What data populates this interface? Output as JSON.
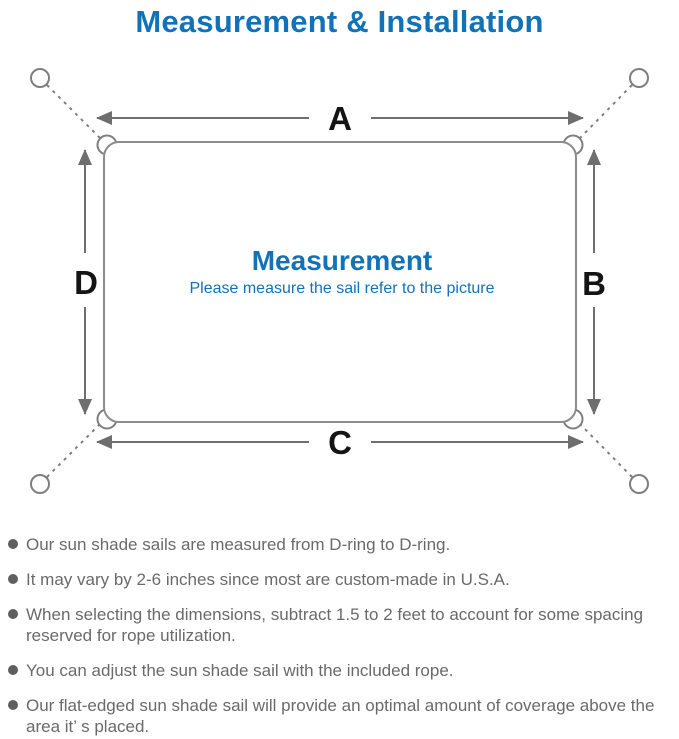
{
  "title": "Measurement & Installation",
  "colors": {
    "accent_blue": "#1272b8",
    "line_gray": "#7e7e7e",
    "arrow_gray": "#6e6e6e",
    "label_black": "#141414",
    "note_gray": "#6a6a6a"
  },
  "diagram": {
    "side_labels": {
      "top": "A",
      "right": "B",
      "bottom": "C",
      "left": "D"
    },
    "center_title": "Measurement",
    "center_caption": "Please measure the sail refer to the picture"
  },
  "notes": [
    "Our sun shade sails are measured from D-ring to D-ring.",
    "It may vary by 2-6 inches since most are custom-made in U.S.A.",
    "When selecting the dimensions, subtract 1.5 to 2 feet to account for some spacing reserved for rope utilization.",
    "You can adjust the sun shade sail with the included rope.",
    "Our flat-edged sun shade sail will provide an optimal amount of coverage above the area it’ s placed."
  ]
}
